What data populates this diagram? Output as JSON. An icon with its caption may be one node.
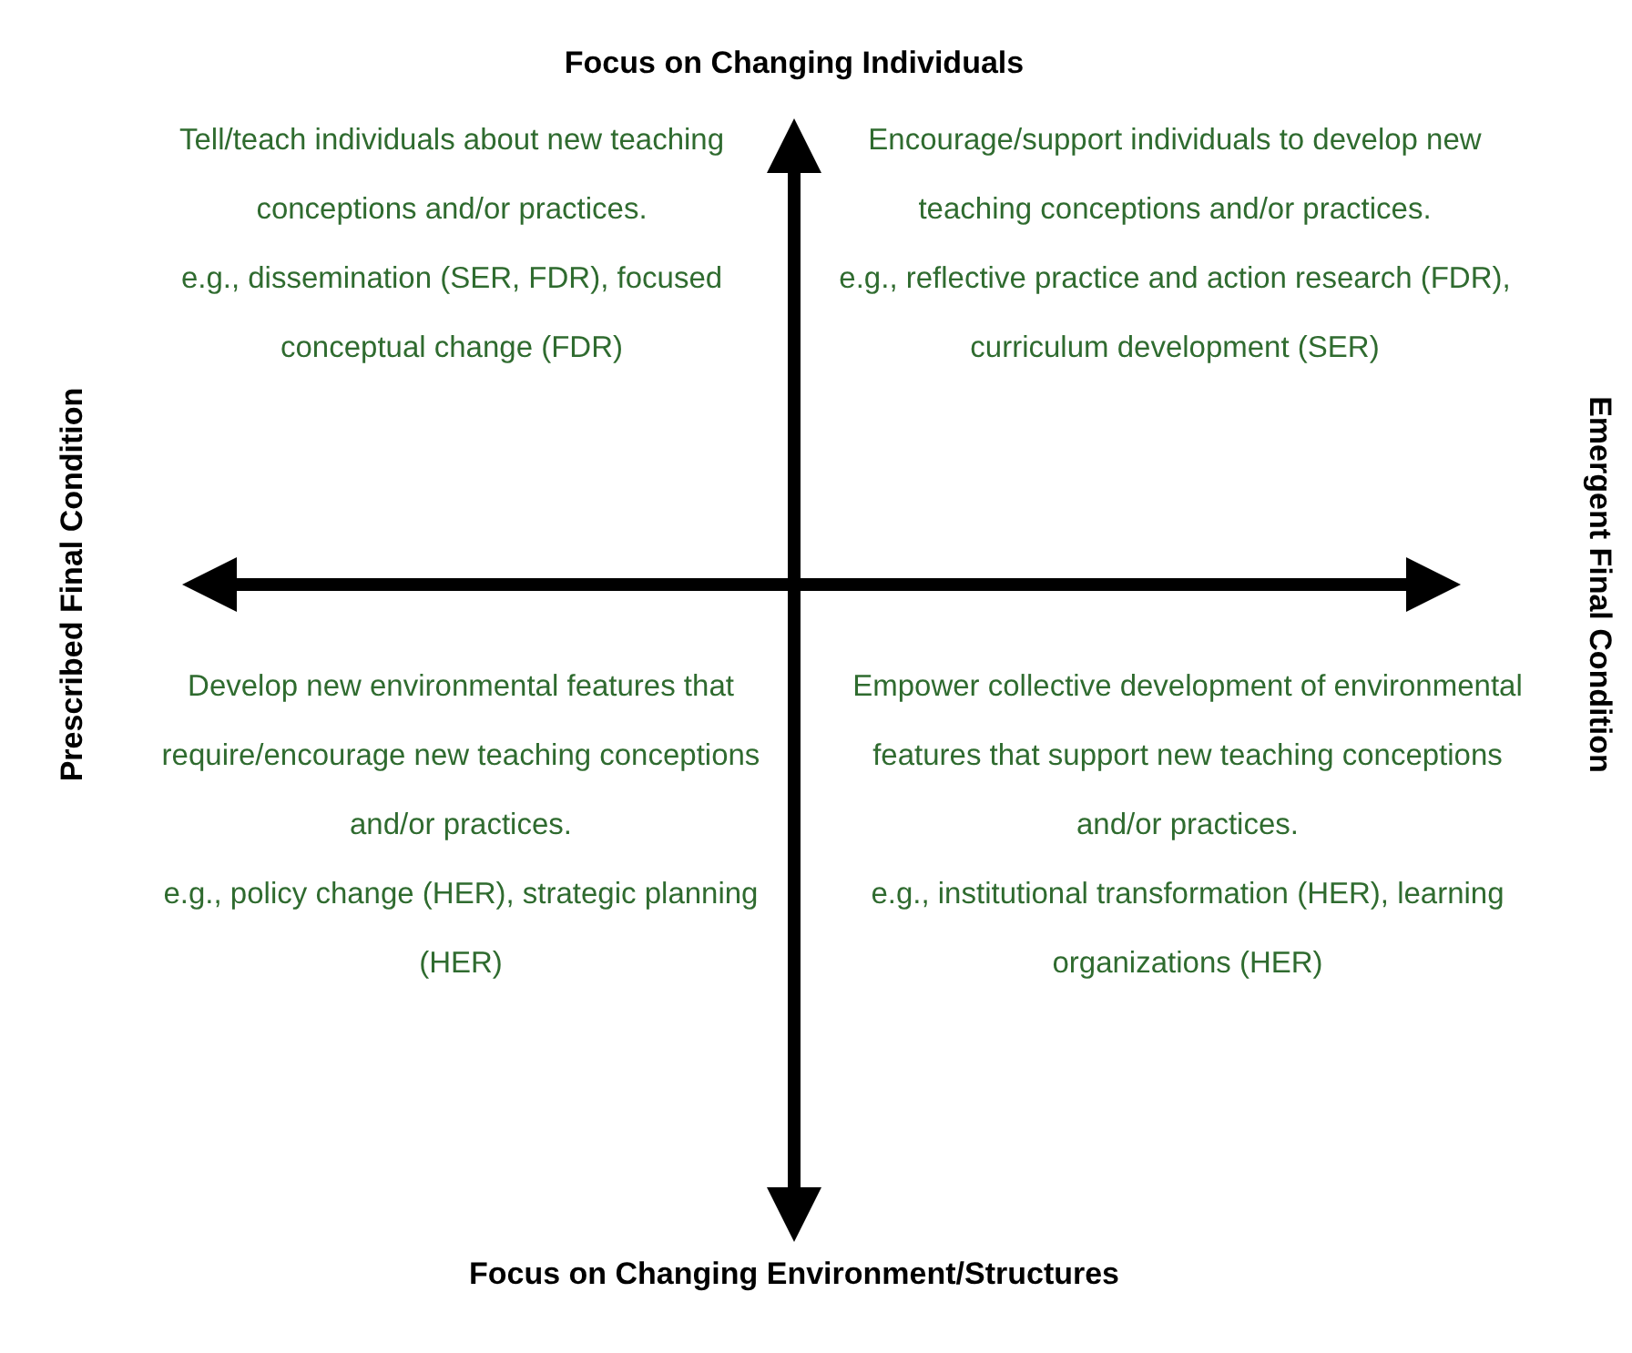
{
  "diagram": {
    "labels": [
      "Focus on Changing Individuals",
      "Tell/teach individuals about new teaching conceptions and/or practices.",
      "e.g., dissemination (SER, FDR), focused conceptual change (FDR)",
      "Encourage/support individuals to develop new teaching conceptions and/or practices.",
      "e.g., reflective practice and action research (FDR), curriculum development (SER)",
      "Prescribed Final Condition",
      "Emergent Final Condition",
      "Develop new environmental features that require/encourage new teaching conceptions and/or practices.",
      "e.g., policy change (HER), strategic planning (HER)",
      "Empower collective development of environmental features that support new teaching conceptions and/or practices.",
      "e.g., institutional transformation (HER), learning organizations (HER)",
      "Focus on Changing Environment/Structures"
    ]
  }
}
